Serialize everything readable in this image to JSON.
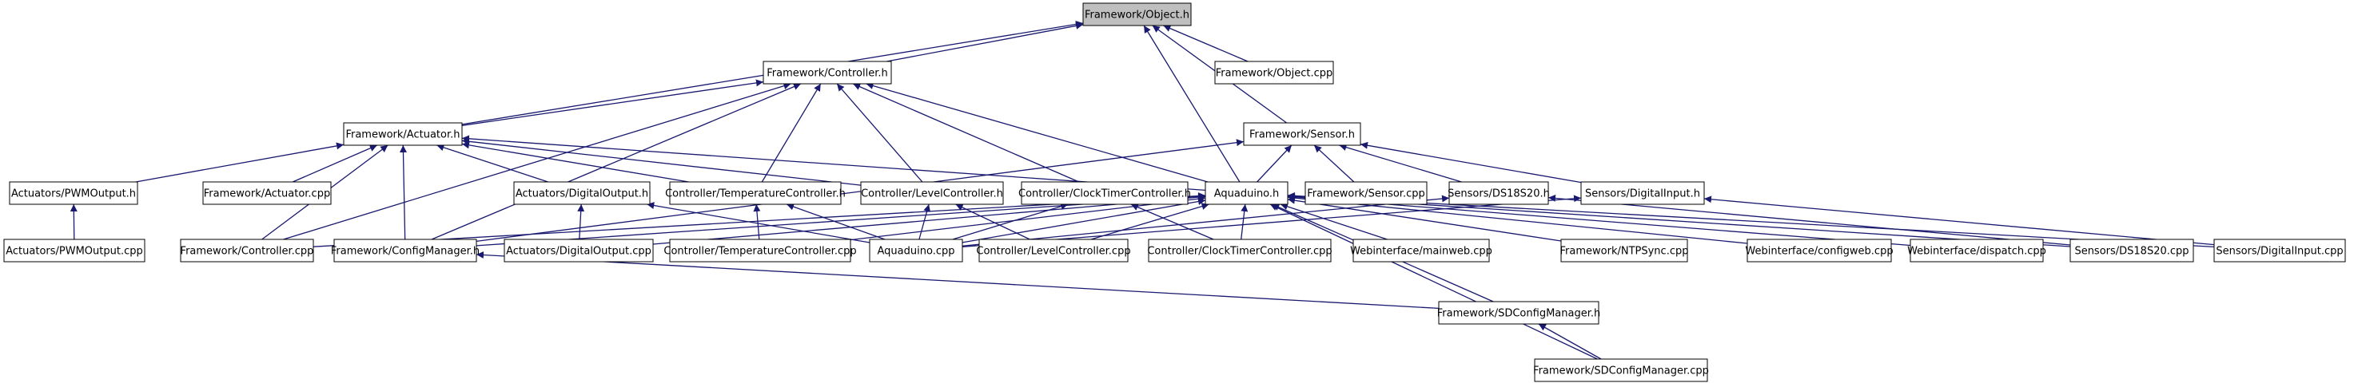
{
  "diagram": {
    "type": "include-dependency-graph",
    "colors": {
      "edge": "#191970",
      "node_fill": "#ffffff",
      "root_fill": "#bfbfbf",
      "node_border": "#000000"
    },
    "nodes": [
      {
        "id": "obj_h",
        "label": "Framework/Object.h",
        "root": true
      },
      {
        "id": "ctrl_h",
        "label": "Framework/Controller.h"
      },
      {
        "id": "obj_cpp",
        "label": "Framework/Object.cpp"
      },
      {
        "id": "act_h",
        "label": "Framework/Actuator.h"
      },
      {
        "id": "sensor_h",
        "label": "Framework/Sensor.h"
      },
      {
        "id": "pwm_h",
        "label": "Actuators/PWMOutput.h"
      },
      {
        "id": "act_cpp",
        "label": "Framework/Actuator.cpp"
      },
      {
        "id": "dout_h",
        "label": "Actuators/DigitalOutput.h"
      },
      {
        "id": "temp_h",
        "label": "Controller/TemperatureController.h"
      },
      {
        "id": "level_h",
        "label": "Controller/LevelController.h"
      },
      {
        "id": "clock_h",
        "label": "Controller/ClockTimerController.h"
      },
      {
        "id": "aqua_h",
        "label": "Aquaduino.h"
      },
      {
        "id": "sensor_cpp",
        "label": "Framework/Sensor.cpp"
      },
      {
        "id": "ds_h",
        "label": "Sensors/DS18S20.h"
      },
      {
        "id": "din_h",
        "label": "Sensors/DigitalInput.h"
      },
      {
        "id": "pwm_cpp",
        "label": "Actuators/PWMOutput.cpp"
      },
      {
        "id": "ctrl_cpp",
        "label": "Framework/Controller.cpp"
      },
      {
        "id": "cfg_h",
        "label": "Framework/ConfigManager.h"
      },
      {
        "id": "dout_cpp",
        "label": "Actuators/DigitalOutput.cpp"
      },
      {
        "id": "temp_cpp",
        "label": "Controller/TemperatureController.cpp"
      },
      {
        "id": "aqua_cpp",
        "label": "Aquaduino.cpp"
      },
      {
        "id": "level_cpp",
        "label": "Controller/LevelController.cpp"
      },
      {
        "id": "clock_cpp",
        "label": "Controller/ClockTimerController.cpp"
      },
      {
        "id": "mainweb_cpp",
        "label": "Webinterface/mainweb.cpp"
      },
      {
        "id": "ntp_cpp",
        "label": "Framework/NTPSync.cpp"
      },
      {
        "id": "configweb_cpp",
        "label": "Webinterface/configweb.cpp"
      },
      {
        "id": "dispatch_cpp",
        "label": "Webinterface/dispatch.cpp"
      },
      {
        "id": "ds_cpp",
        "label": "Sensors/DS18S20.cpp"
      },
      {
        "id": "din_cpp",
        "label": "Sensors/DigitalInput.cpp"
      },
      {
        "id": "sdcfg_h",
        "label": "Framework/SDConfigManager.h"
      },
      {
        "id": "sdcfg_cpp",
        "label": "Framework/SDConfigManager.cpp"
      }
    ],
    "edges": [
      [
        "ctrl_h",
        "obj_h"
      ],
      [
        "act_h",
        "obj_h"
      ],
      [
        "aqua_h",
        "obj_h"
      ],
      [
        "obj_cpp",
        "obj_h"
      ],
      [
        "sensor_h",
        "obj_h"
      ],
      [
        "act_h",
        "ctrl_h"
      ],
      [
        "ctrl_cpp",
        "ctrl_h"
      ],
      [
        "cfg_h",
        "ctrl_h"
      ],
      [
        "temp_h",
        "ctrl_h"
      ],
      [
        "level_h",
        "ctrl_h"
      ],
      [
        "clock_h",
        "ctrl_h"
      ],
      [
        "aqua_h",
        "ctrl_h"
      ],
      [
        "pwm_h",
        "act_h"
      ],
      [
        "act_cpp",
        "act_h"
      ],
      [
        "dout_h",
        "act_h"
      ],
      [
        "temp_h",
        "act_h"
      ],
      [
        "level_h",
        "act_h"
      ],
      [
        "aqua_h",
        "act_h"
      ],
      [
        "ctrl_cpp",
        "act_h"
      ],
      [
        "cfg_h",
        "act_h"
      ],
      [
        "aqua_h",
        "sensor_h"
      ],
      [
        "sensor_cpp",
        "sensor_h"
      ],
      [
        "ds_h",
        "sensor_h"
      ],
      [
        "din_h",
        "sensor_h"
      ],
      [
        "cfg_h",
        "sensor_h"
      ],
      [
        "pwm_cpp",
        "pwm_h"
      ],
      [
        "dout_cpp",
        "dout_h"
      ],
      [
        "aqua_cpp",
        "dout_h"
      ],
      [
        "temp_cpp",
        "temp_h"
      ],
      [
        "aqua_cpp",
        "temp_h"
      ],
      [
        "level_cpp",
        "level_h"
      ],
      [
        "aqua_cpp",
        "level_h"
      ],
      [
        "clock_cpp",
        "clock_h"
      ],
      [
        "aqua_cpp",
        "clock_h"
      ],
      [
        "ctrl_cpp",
        "aqua_h"
      ],
      [
        "cfg_h",
        "aqua_h"
      ],
      [
        "dout_cpp",
        "aqua_h"
      ],
      [
        "temp_cpp",
        "aqua_h"
      ],
      [
        "aqua_cpp",
        "aqua_h"
      ],
      [
        "level_cpp",
        "aqua_h"
      ],
      [
        "clock_cpp",
        "aqua_h"
      ],
      [
        "mainweb_cpp",
        "aqua_h"
      ],
      [
        "ntp_cpp",
        "aqua_h"
      ],
      [
        "configweb_cpp",
        "aqua_h"
      ],
      [
        "dispatch_cpp",
        "aqua_h"
      ],
      [
        "ds_cpp",
        "aqua_h"
      ],
      [
        "din_cpp",
        "aqua_h"
      ],
      [
        "sdcfg_h",
        "aqua_h"
      ],
      [
        "sdcfg_cpp",
        "aqua_h"
      ],
      [
        "aqua_cpp",
        "ds_h"
      ],
      [
        "ds_cpp",
        "ds_h"
      ],
      [
        "aqua_cpp",
        "din_h"
      ],
      [
        "din_cpp",
        "din_h"
      ],
      [
        "sdcfg_h",
        "cfg_h"
      ],
      [
        "sdcfg_cpp",
        "sdcfg_h"
      ]
    ]
  }
}
